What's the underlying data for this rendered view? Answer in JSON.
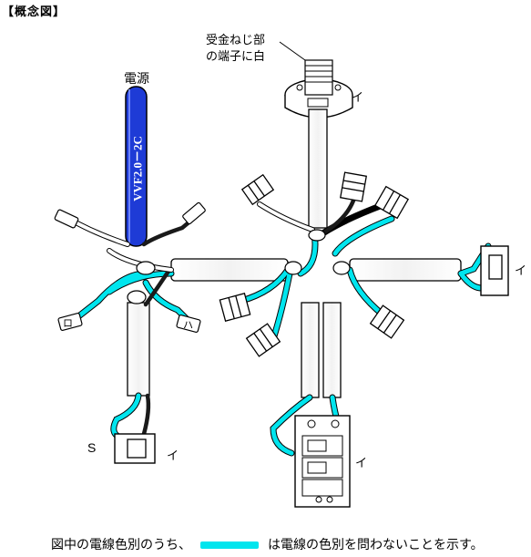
{
  "title": "【概念図】",
  "labels": {
    "receptacle_line1": "受金ねじ部",
    "receptacle_line2": "の端子に白",
    "power_source": "電源",
    "cable_spec": "VVF2.0－2C",
    "switch_s": "S",
    "marks": {
      "ro_left": "ロ",
      "ha": "ハ",
      "i_bottom_left": "イ",
      "i_receptacle": "イ",
      "i_right_switch": "イ",
      "i_outlet": "イ"
    }
  },
  "legend": {
    "text_before": "図中の電線色別のうち、",
    "text_after": "は電線の色別を問わないことを示す。",
    "color": "#00e5ee"
  },
  "colors": {
    "cable_fill": "#1e3bd6",
    "wildcard_wire": "#00e5ee",
    "black_wire": "#1a1a1a"
  }
}
